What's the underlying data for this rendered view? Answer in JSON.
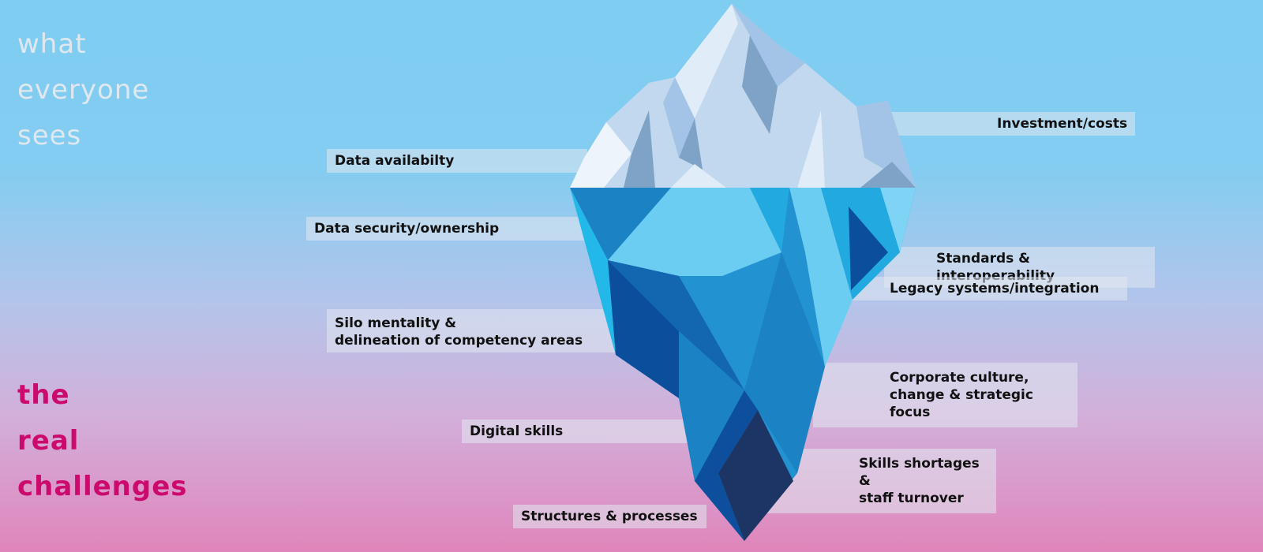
{
  "headings": {
    "visible": [
      "what",
      "everyone",
      "sees"
    ],
    "hidden": [
      "the",
      "real",
      "challenges"
    ]
  },
  "labels": {
    "investment": [
      "Investment/costs"
    ],
    "data_availability": [
      "Data availabilty"
    ],
    "data_security": [
      "Data security/ownership"
    ],
    "standards": [
      "Standards & interoperability"
    ],
    "legacy": [
      "Legacy systems/integration"
    ],
    "silo": [
      "Silo mentality &",
      "delineation of competency areas"
    ],
    "culture": [
      "Corporate culture,",
      "change & strategic focus"
    ],
    "digital_skills": [
      "Digital skills"
    ],
    "skills_shortages": [
      "Skills shortages &",
      "staff turnover"
    ],
    "structures": [
      "Structures & processes"
    ]
  },
  "colors": {
    "accent": "#cc0a6e",
    "ice_dark": "#0b4e9c",
    "ice_light": "#6ccdf2"
  }
}
